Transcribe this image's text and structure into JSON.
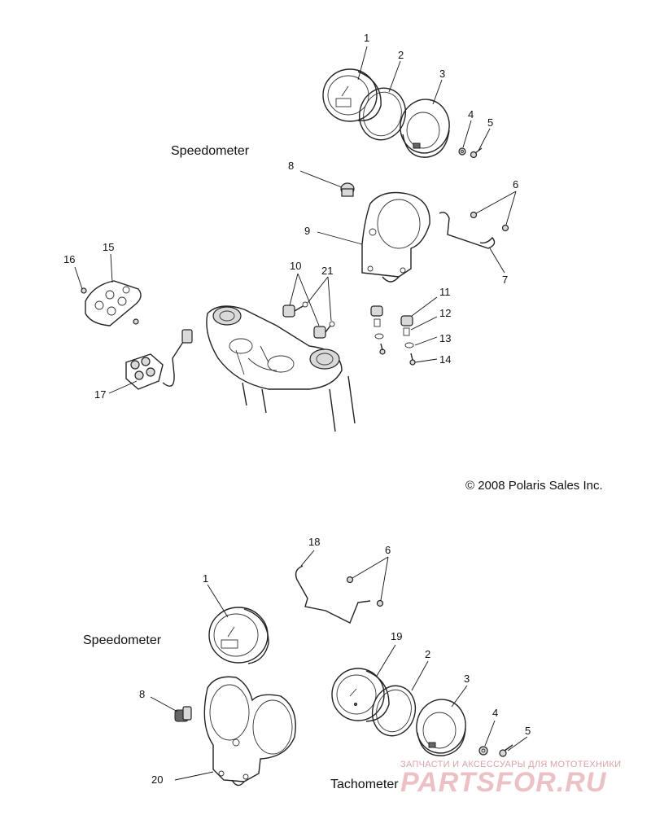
{
  "labels": {
    "speedometer_top": "Speedometer",
    "speedometer_bottom": "Speedometer",
    "tachometer": "Tachometer"
  },
  "copyright": "© 2008 Polaris Sales Inc.",
  "watermark": {
    "line1": "ЗАПЧАСТИ И АКСЕССУАРЫ ДЛЯ МОТОТЕХНИКИ",
    "line2": "PARTSFOR.RU"
  },
  "callouts_top": [
    "1",
    "2",
    "3",
    "4",
    "5",
    "8",
    "6",
    "9",
    "7",
    "16",
    "15",
    "10",
    "21",
    "11",
    "12",
    "13",
    "14",
    "17"
  ],
  "callouts_bottom": [
    "18",
    "6",
    "1",
    "8",
    "19",
    "2",
    "3",
    "4",
    "5",
    "20"
  ]
}
